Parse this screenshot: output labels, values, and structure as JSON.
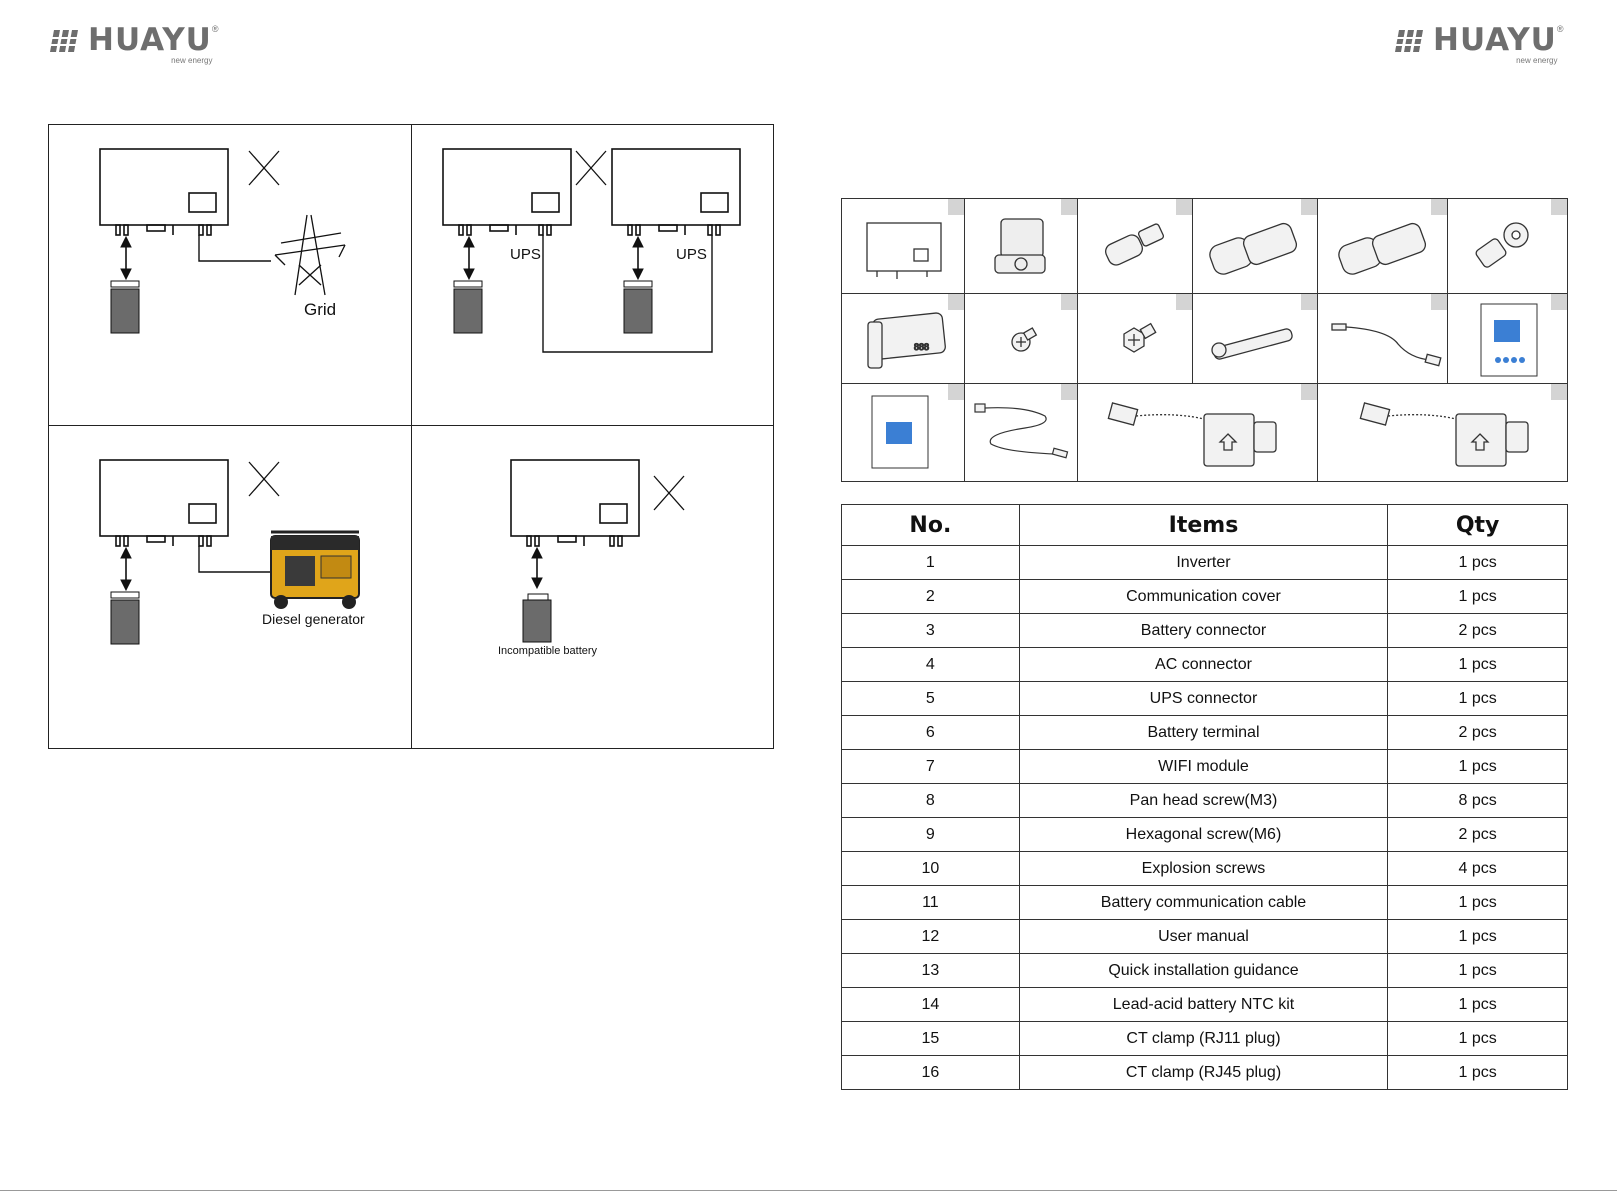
{
  "header": {
    "brand": "HUAYU",
    "registered": "®",
    "tagline": "new energy"
  },
  "diagrams": {
    "grid_label": "Grid",
    "ups_label_1": "UPS",
    "ups_label_2": "UPS",
    "generator_label": "Diesel generator",
    "battery_label": "Incompatible battery"
  },
  "parts_table": {
    "columns": [
      "No.",
      "Items",
      "Qty"
    ],
    "rows": [
      {
        "no": "1",
        "item": "Inverter",
        "qty": "1 pcs"
      },
      {
        "no": "2",
        "item": "Communication cover",
        "qty": "1 pcs"
      },
      {
        "no": "3",
        "item": "Battery connector",
        "qty": "2 pcs"
      },
      {
        "no": "4",
        "item": "AC connector",
        "qty": "1 pcs"
      },
      {
        "no": "5",
        "item": "UPS connector",
        "qty": "1 pcs"
      },
      {
        "no": "6",
        "item": "Battery terminal",
        "qty": "2 pcs"
      },
      {
        "no": "7",
        "item": "WIFI module",
        "qty": "1 pcs"
      },
      {
        "no": "8",
        "item": "Pan head screw(M3)",
        "qty": "8 pcs"
      },
      {
        "no": "9",
        "item": "Hexagonal screw(M6)",
        "qty": "2 pcs"
      },
      {
        "no": "10",
        "item": "Explosion screws",
        "qty": "4 pcs"
      },
      {
        "no": "11",
        "item": "Battery communication cable",
        "qty": "1 pcs"
      },
      {
        "no": "12",
        "item": "User manual",
        "qty": "1 pcs"
      },
      {
        "no": "13",
        "item": "Quick installation guidance",
        "qty": "1 pcs"
      },
      {
        "no": "14",
        "item": "Lead-acid battery NTC kit",
        "qty": "1 pcs"
      },
      {
        "no": "15",
        "item": "CT clamp (RJ11 plug)",
        "qty": "1 pcs"
      },
      {
        "no": "16",
        "item": "CT clamp (RJ45 plug)",
        "qty": "1 pcs"
      }
    ]
  }
}
